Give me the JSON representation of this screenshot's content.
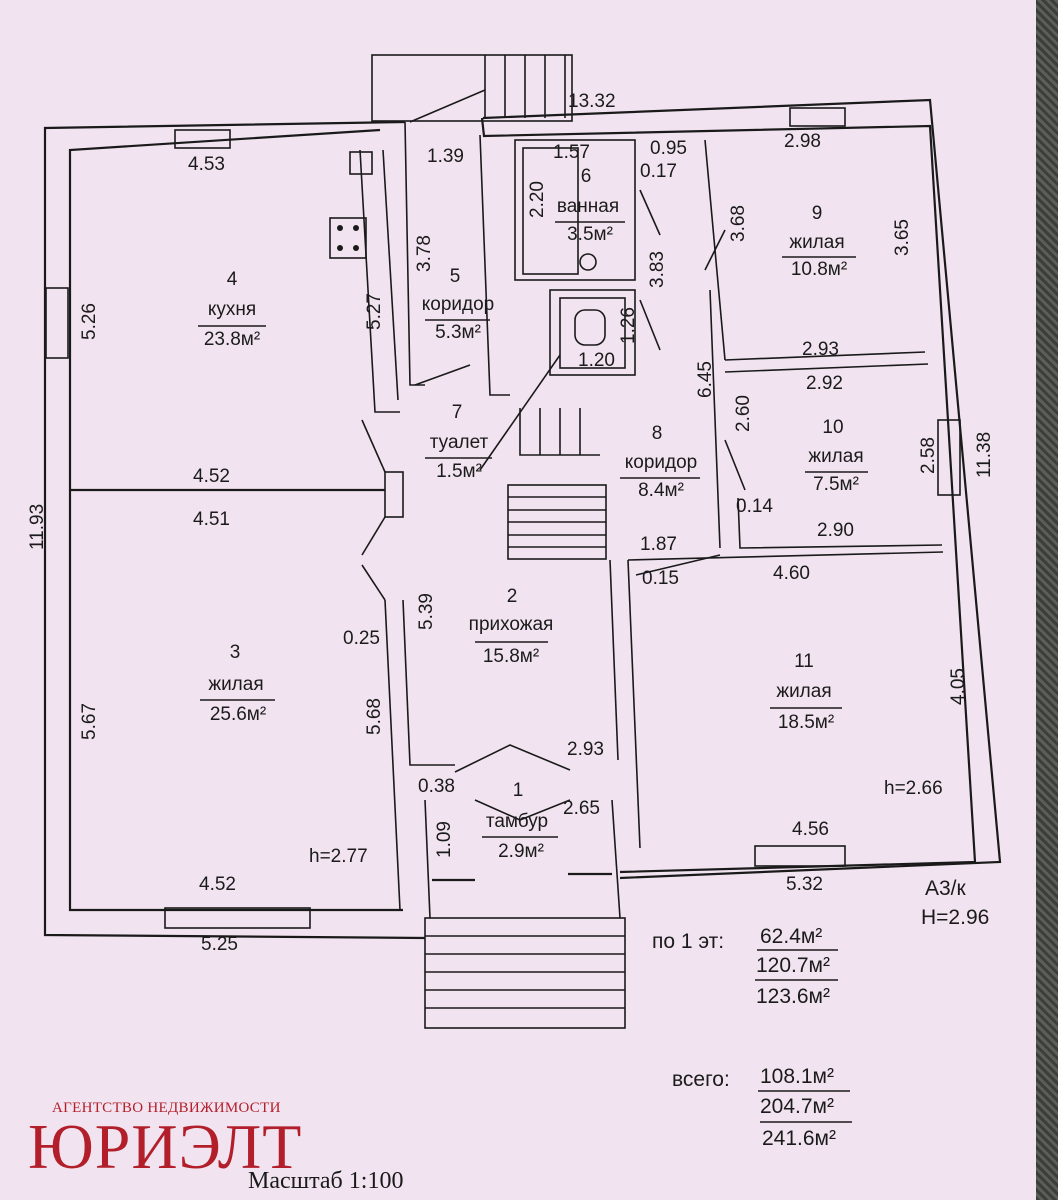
{
  "rooms": [
    {
      "num": "1",
      "name": "тамбур",
      "area": "2.9м²"
    },
    {
      "num": "2",
      "name": "прихожая",
      "area": "15.8м²"
    },
    {
      "num": "3",
      "name": "жилая",
      "area": "25.6м²"
    },
    {
      "num": "4",
      "name": "кухня",
      "area": "23.8м²"
    },
    {
      "num": "5",
      "name": "коридор",
      "area": "5.3м²"
    },
    {
      "num": "6",
      "name": "ванная",
      "area": "3.5м²"
    },
    {
      "num": "7",
      "name": "туалет",
      "area": "1.5м²"
    },
    {
      "num": "8",
      "name": "коридор",
      "area": "8.4м²"
    },
    {
      "num": "9",
      "name": "жилая",
      "area": "10.8м²"
    },
    {
      "num": "10",
      "name": "жилая",
      "area": "7.5м²"
    },
    {
      "num": "11",
      "name": "жилая",
      "area": "18.5м²"
    }
  ],
  "dimensions": {
    "d1332": "13.32",
    "d453": "4.53",
    "d526": "5.26",
    "d527": "5.27",
    "d139": "1.39",
    "d378": "3.78",
    "d157": "1.57",
    "d220": "2.20",
    "d095": "0.95",
    "d017": "0.17",
    "d298": "2.98",
    "d368": "3.68",
    "d365": "3.65",
    "d383": "3.83",
    "d126": "1.26",
    "d120": "1.20",
    "d293": "2.93",
    "d292": "2.92",
    "d645": "6.45",
    "d260": "2.60",
    "d258": "2.58",
    "d1138": "11.38",
    "d452a": "4.52",
    "d451": "4.51",
    "d1193": "11.93",
    "d014": "0.14",
    "d290": "2.90",
    "d187": "1.87",
    "d015": "0.15",
    "d460": "4.60",
    "d025": "0.25",
    "d539": "5.39",
    "d567": "5.67",
    "d568": "5.68",
    "d405": "4.05",
    "d293b": "2.93",
    "d038": "0.38",
    "d265": "2.65",
    "d109": "1.09",
    "d266": "h=2.66",
    "d277": "h=2.77",
    "d456": "4.56",
    "d452b": "4.52",
    "d532": "5.32",
    "d525": "5.25"
  },
  "category": {
    "line1": "А3/к",
    "line2": "Н=2.96"
  },
  "totals": {
    "floor_label": "по 1 эт:",
    "floor": [
      "62.4м²",
      "120.7м²",
      "123.6м²"
    ],
    "all_label": "всего:",
    "all": [
      "108.1м²",
      "204.7м²",
      "241.6м²"
    ]
  },
  "brand": {
    "sub": "АГЕНТСТВО НЕДВИЖИМОСТИ",
    "name": "ЮРИЭЛТ"
  },
  "scale": "Масштаб 1:100",
  "colors": {
    "paper": "#f1e4f0",
    "ink": "#1a1a1a",
    "brand": "#b21f2a"
  }
}
